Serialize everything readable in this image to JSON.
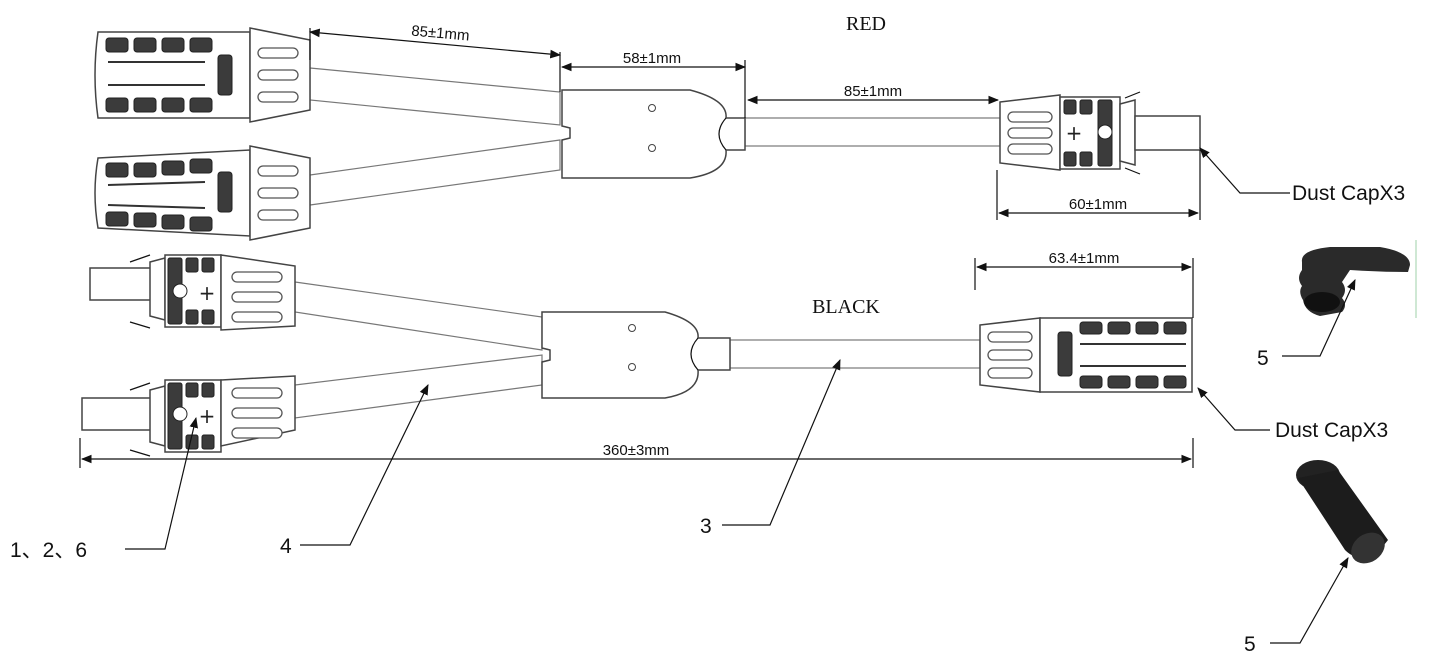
{
  "labels": {
    "red": "RED",
    "black": "BLACK"
  },
  "dimensions": {
    "branch_length": "85±1mm",
    "splice_length": "58±1mm",
    "trunk_length": "85±1mm",
    "connector_length_red": "60±1mm",
    "connector_length_black": "63.4±1mm",
    "overall_length": "360±3mm"
  },
  "callouts": {
    "dust_cap_top": "Dust CapX3",
    "dust_cap_bottom": "Dust CapX3",
    "parts_1_2_6": "1、2、6",
    "part_4": "4",
    "part_3": "3",
    "part_5_top": "5",
    "part_5_bottom": "5"
  },
  "icons": {
    "connector_glyph": "+"
  }
}
